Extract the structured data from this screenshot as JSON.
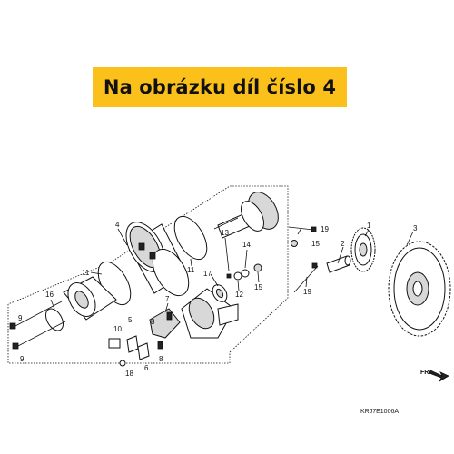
{
  "banner": {
    "text": "Na obrázku díl číslo 4",
    "color": "#fbc11a"
  },
  "diagram_code": "KRJ7E1006A",
  "direction_label": "FR.",
  "callouts": {
    "c1": "1",
    "c2": "2",
    "c3": "3",
    "c4": "4",
    "c5": "5",
    "c6": "6",
    "c7": "7",
    "c8a": "8",
    "c8b": "8",
    "c9a": "9",
    "c9b": "9",
    "c10": "10",
    "c11a": "11",
    "c11b": "11",
    "c12": "12",
    "c13": "13",
    "c14": "14",
    "c15a": "15",
    "c15b": "15",
    "c16": "16",
    "c17": "17",
    "c18": "18",
    "c19a": "19",
    "c19b": "19"
  }
}
